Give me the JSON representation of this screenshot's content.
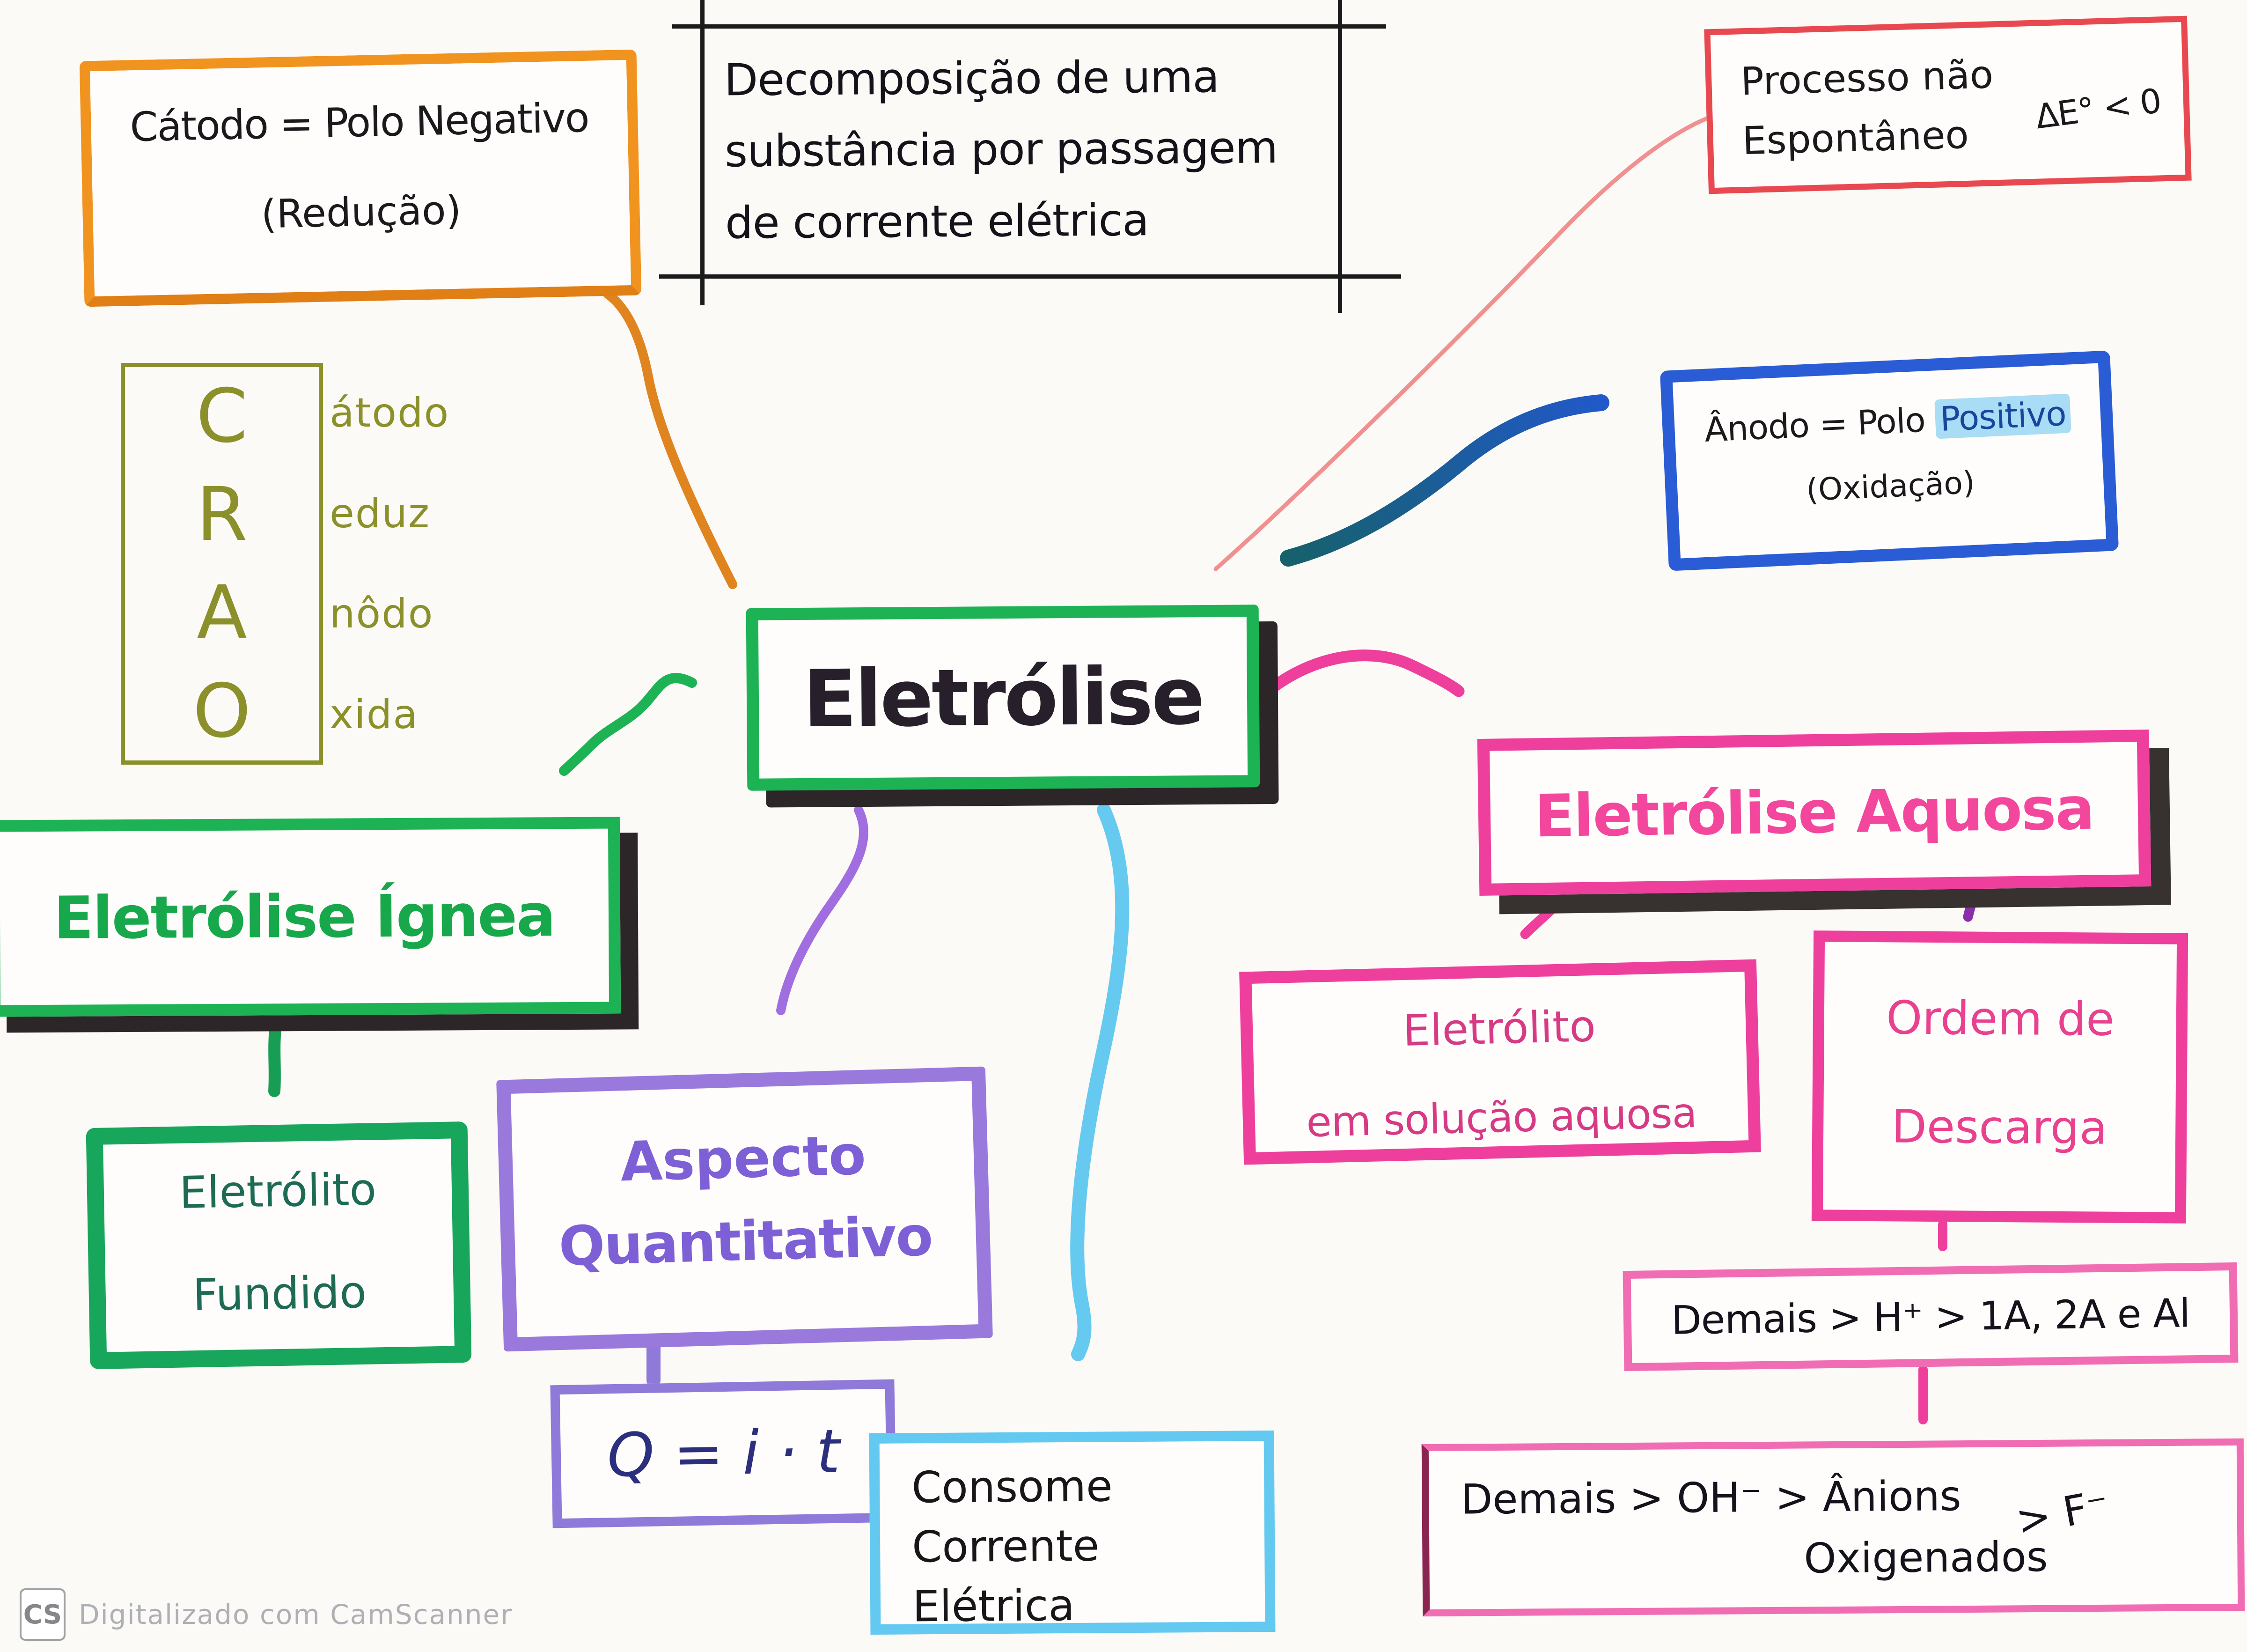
{
  "colors": {
    "orange": "#f0931f",
    "red": "#e8484f",
    "blue": "#2a5cd6",
    "blue_highlight": "#a9dcf5",
    "green": "#1db355",
    "dark_green_text": "#1e6b55",
    "olive": "#8b902b",
    "purple": "#9a79dd",
    "navy_formula": "#2c2f7d",
    "sky_blue": "#64c9f0",
    "hot_pink": "#ee3f9d",
    "salmon_arrow": "#f19091",
    "teal_arrow": "#16616b",
    "dark_purple_arrow": "#8b2fa8",
    "black_ink": "#1c191c",
    "shadow_dark": "#2c2628",
    "watermark_gray": "#aeb0b5"
  },
  "nodes": {
    "definition": {
      "line1": "Decomposição de uma",
      "line2": "substância por passagem",
      "line3": "de corrente elétrica"
    },
    "catodo": {
      "line1": "Cátodo = Polo Negativo",
      "line2": "(Redução)"
    },
    "processo": {
      "line1": "Processo não",
      "line2": "Espontâneo",
      "formula": "ΔE° < 0"
    },
    "anodo": {
      "prefix": "Ânodo = Polo ",
      "highlight": "Positivo",
      "line2": "(Oxidação)"
    },
    "crao": {
      "rows": [
        {
          "letter": "C",
          "rest": "átodo"
        },
        {
          "letter": "R",
          "rest": "eduz"
        },
        {
          "letter": "A",
          "rest": "nôdo"
        },
        {
          "letter": "O",
          "rest": "xida"
        }
      ]
    },
    "eletrolise": {
      "label": "Eletrólise"
    },
    "ignea": {
      "label": "Eletrólise Ígnea"
    },
    "fundido": {
      "line1": "Eletrólito",
      "line2": "Fundido"
    },
    "aspecto": {
      "line1": "Aspecto",
      "line2": "Quantitativo"
    },
    "formula_q": {
      "text": "Q = i · t"
    },
    "consome": {
      "line1": "Consome",
      "line2": "Corrente",
      "line3": "Elétrica"
    },
    "aquosa": {
      "label": "Eletrólise Aquosa"
    },
    "eletrolito_aquoso": {
      "line1": "Eletrólito",
      "line2": "em solução aquosa"
    },
    "ordem": {
      "line1": "Ordem de",
      "line2": "Descarga"
    },
    "demais_cations": {
      "text": "Demais > H⁺ > 1A, 2A e Al"
    },
    "demais_anions": {
      "line1": "Demais > OH⁻ > Ânions",
      "side": "> F⁻",
      "line2": "Oxigenados"
    }
  },
  "watermark": {
    "badge": "CS",
    "text": "Digitalizado com CamScanner"
  }
}
